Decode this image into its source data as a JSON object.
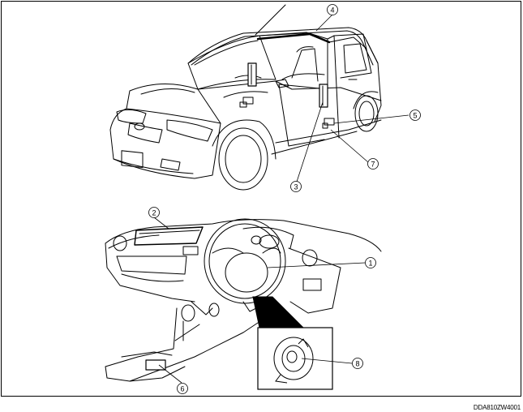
{
  "callouts": [
    {
      "id": "1",
      "label": "1"
    },
    {
      "id": "2",
      "label": "2"
    },
    {
      "id": "3",
      "label": "3"
    },
    {
      "id": "4",
      "label": "4"
    },
    {
      "id": "5",
      "label": "5"
    },
    {
      "id": "6",
      "label": "6"
    },
    {
      "id": "7",
      "label": "7"
    },
    {
      "id": "8",
      "label": "8"
    }
  ],
  "drawing_code": "DDA810ZW4001"
}
